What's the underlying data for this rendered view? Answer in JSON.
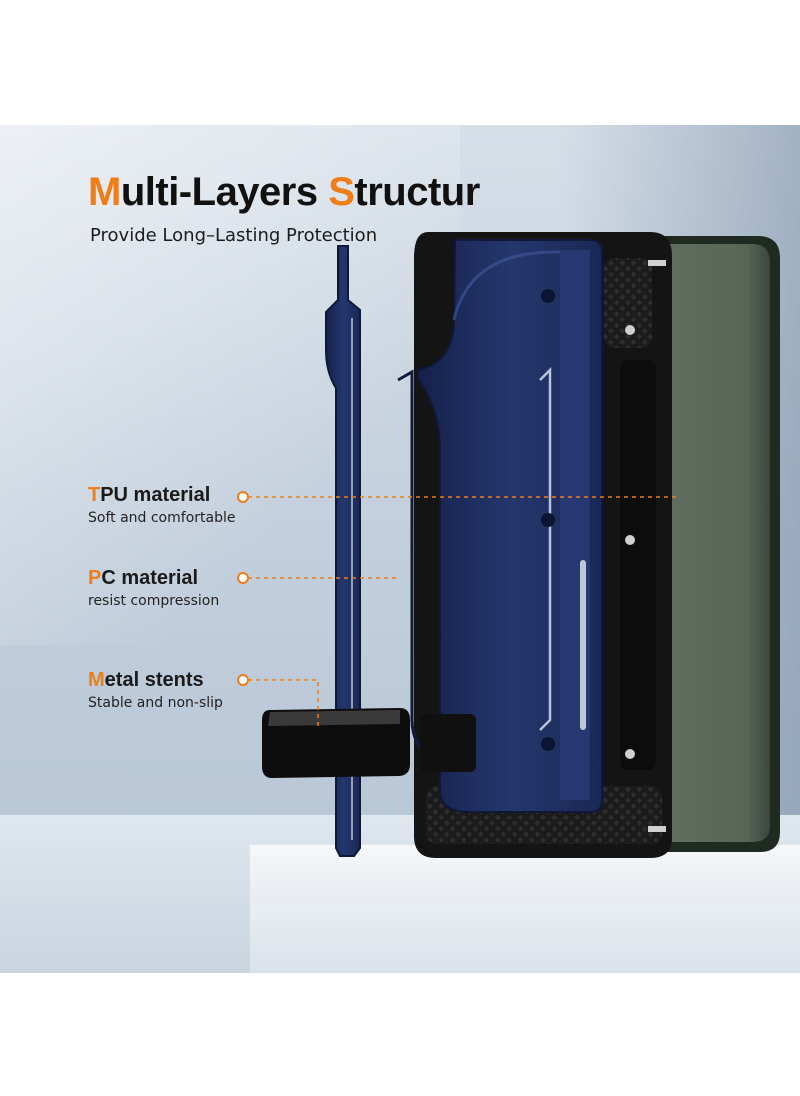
{
  "heading": {
    "first_letter": "M",
    "first_rest": "ulti-Layers ",
    "second_letter": "S",
    "second_rest": "tructur"
  },
  "subheading": "Provide Long–Lasting Protection",
  "features": [
    {
      "first_letter": "T",
      "rest": "PU material",
      "description": "Soft and comfortable"
    },
    {
      "first_letter": "P",
      "rest": "C material",
      "description": "resist compression"
    },
    {
      "first_letter": "M",
      "rest": "etal stents",
      "description": "Stable and non-slip"
    }
  ],
  "colors": {
    "accent": "#f07d16",
    "case_blue": "#1d2c5c",
    "bumper_black": "#141414",
    "phone_green": "#4f5e4f"
  }
}
